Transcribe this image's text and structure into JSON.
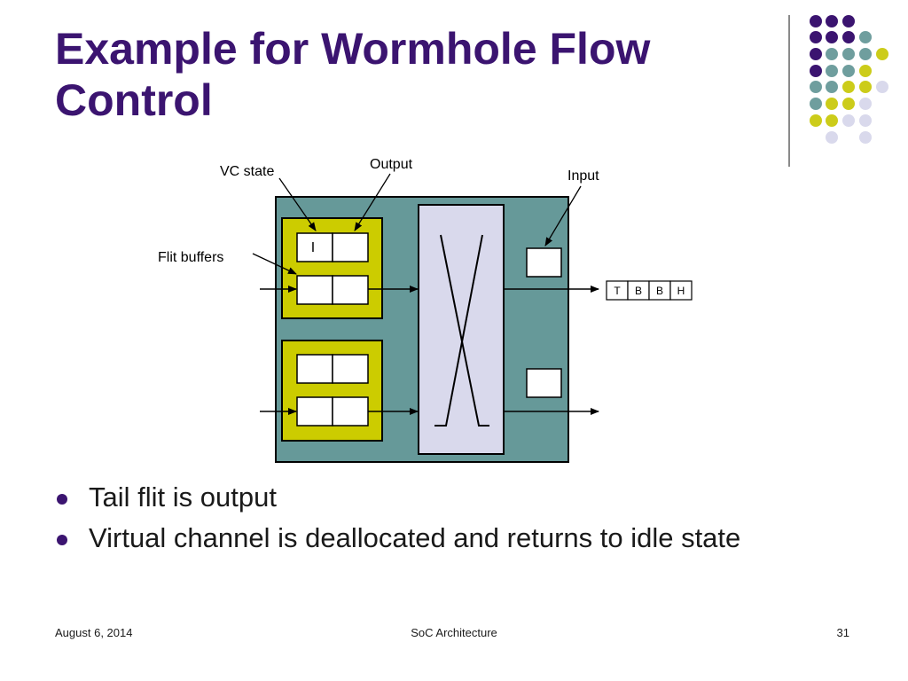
{
  "title": "Example for Wormhole Flow Control",
  "diagram": {
    "labels": {
      "vc_state": "VC state",
      "output": "Output",
      "input": "Input",
      "flit_buffers": "Flit buffers"
    },
    "vc_state_value": "I",
    "output_flits": [
      "T",
      "B",
      "B",
      "H"
    ]
  },
  "bullets": [
    "Tail flit is output",
    "Virtual channel is deallocated and returns to idle state"
  ],
  "footer": {
    "date": "August 6, 2014",
    "center": "SoC Architecture",
    "page": "31"
  },
  "colors": {
    "title": "#3b1470",
    "router_bg": "#669999",
    "input_unit_bg": "#cccc00",
    "crossbar_bg": "#d9d9ec",
    "dot_purple": "#3b1470",
    "dot_teal": "#6f9e9e",
    "dot_yellow": "#cccc1a",
    "dot_lavender": "#d9d9ec"
  }
}
